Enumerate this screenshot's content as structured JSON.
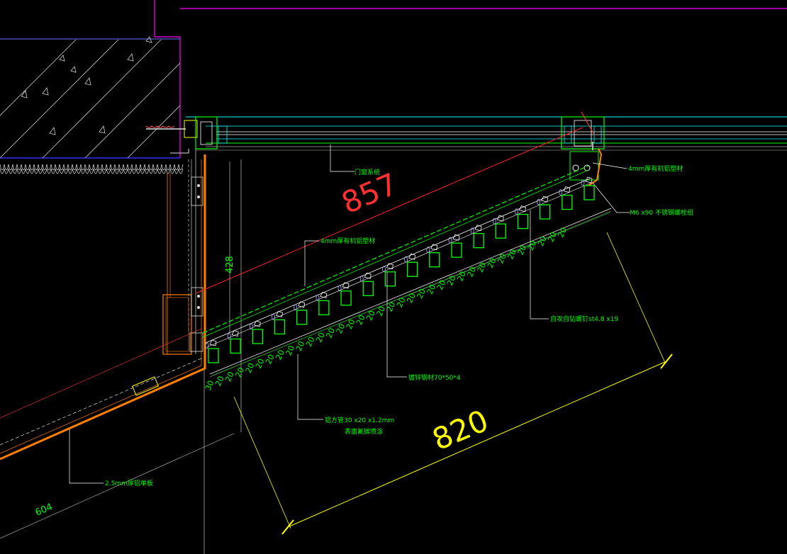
{
  "annotations": {
    "door_system": "门窗系统",
    "plastic_top": "4mm厚有机铝塑材",
    "plastic_mid": "4mm厚有机铝塑材",
    "bolt": "M6 x90 不锈钢螺栓组",
    "screw": "自攻自钻螺钉st4.8 x19",
    "steel_angle": "镀锌钢材70*50*4",
    "alu_tube": "铝方管30 x20 x1.2mm",
    "alu_tube_finish": "表面氟碳喷涂",
    "alu_plate": "2.5mm厚铝单板"
  },
  "dimensions": {
    "diag_red": "857",
    "vert_left": "428",
    "bottom_width": "820",
    "left_low": "604",
    "fin_start": "30",
    "fin_space": "20"
  },
  "colors": {
    "background": "#000000",
    "green": "#00ff00",
    "red": "#ff2020",
    "yellow": "#ffff00",
    "cyan": "#00ffff",
    "magenta": "#ff00ff",
    "orange": "#ff7f00",
    "white": "#ffffff",
    "blue": "#2020ff"
  }
}
